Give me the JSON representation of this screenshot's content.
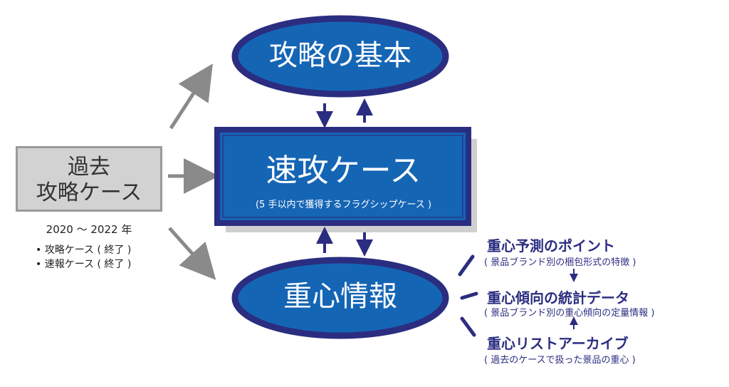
{
  "past": {
    "line1": "過去",
    "line2": "攻略ケース",
    "years": "2020 ～ 2022 年",
    "items": [
      "• 攻略ケース ( 終了 )",
      "• 速報ケース ( 終了 )"
    ]
  },
  "top_oval": {
    "label": "攻略の基本"
  },
  "center": {
    "title": "速攻ケース",
    "subtitle": "(5 手以内で獲得するフラグシップケース )"
  },
  "bottom_oval": {
    "label": "重心情報"
  },
  "info": [
    {
      "title": "重心予測のポイント",
      "subtitle": "( 景品ブランド別の梱包形式の特徴 )"
    },
    {
      "title": "重心傾向の統計データ",
      "subtitle": "( 景品ブランド別の重心傾向の定量情報 )"
    },
    {
      "title": "重心リストアーカイブ",
      "subtitle": "( 過去のケースで扱った景品の重心 )"
    }
  ],
  "colors": {
    "navy": "#2b2d80",
    "blue": "#1565b5",
    "gray_box": "#d2d2d2",
    "gray_arrow": "#8a8a8a"
  }
}
